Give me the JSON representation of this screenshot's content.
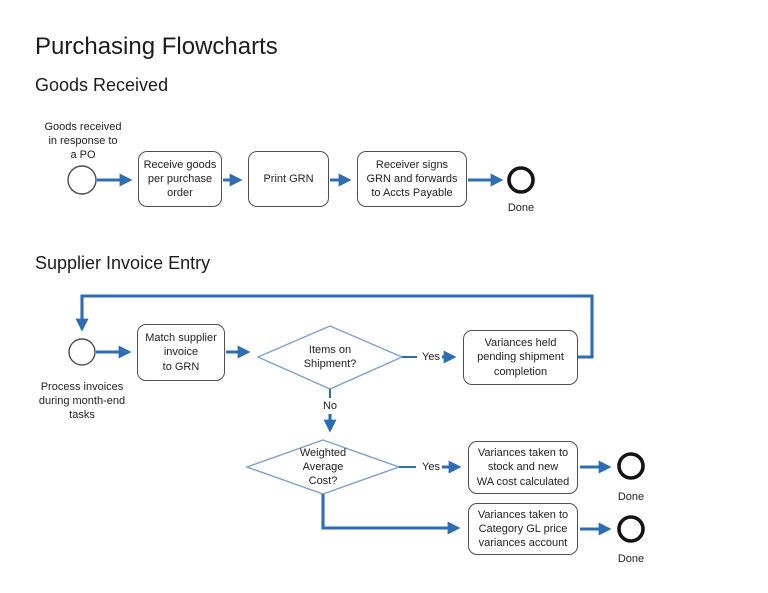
{
  "title": "Purchasing Flowcharts",
  "colors": {
    "connector": "#2e6db4",
    "decision_border": "#7c9fd4",
    "process_border": "#4f4f4f",
    "start_circle": "#4a4a4a",
    "end_circle": "#141414"
  },
  "sections": {
    "goods_received": {
      "heading": "Goods Received",
      "start_label": "Goods received\nin response to\na PO",
      "nodes": {
        "receive": "Receive goods\nper purchase\norder",
        "print": "Print GRN",
        "sign": "Receiver signs\nGRN and forwards\nto Accts Payable"
      },
      "done_label": "Done"
    },
    "supplier_invoice": {
      "heading": "Supplier Invoice Entry",
      "start_label": "Process invoices\nduring month-end\ntasks",
      "nodes": {
        "match": "Match supplier\ninvoice\nto GRN",
        "items_decision": "Items on\nShipment?",
        "variances_held": "Variances held\npending shipment\ncompletion",
        "wa_decision": "Weighted\nAverage\nCost?",
        "variances_stock": "Variances taken to\nstock and new\nWA cost calculated",
        "variances_gl": "Variances taken to\nCategory GL price\nvariances account"
      },
      "labels": {
        "yes1": "Yes",
        "no1": "No",
        "yes2": "Yes",
        "done2": "Done",
        "done3": "Done"
      }
    }
  }
}
